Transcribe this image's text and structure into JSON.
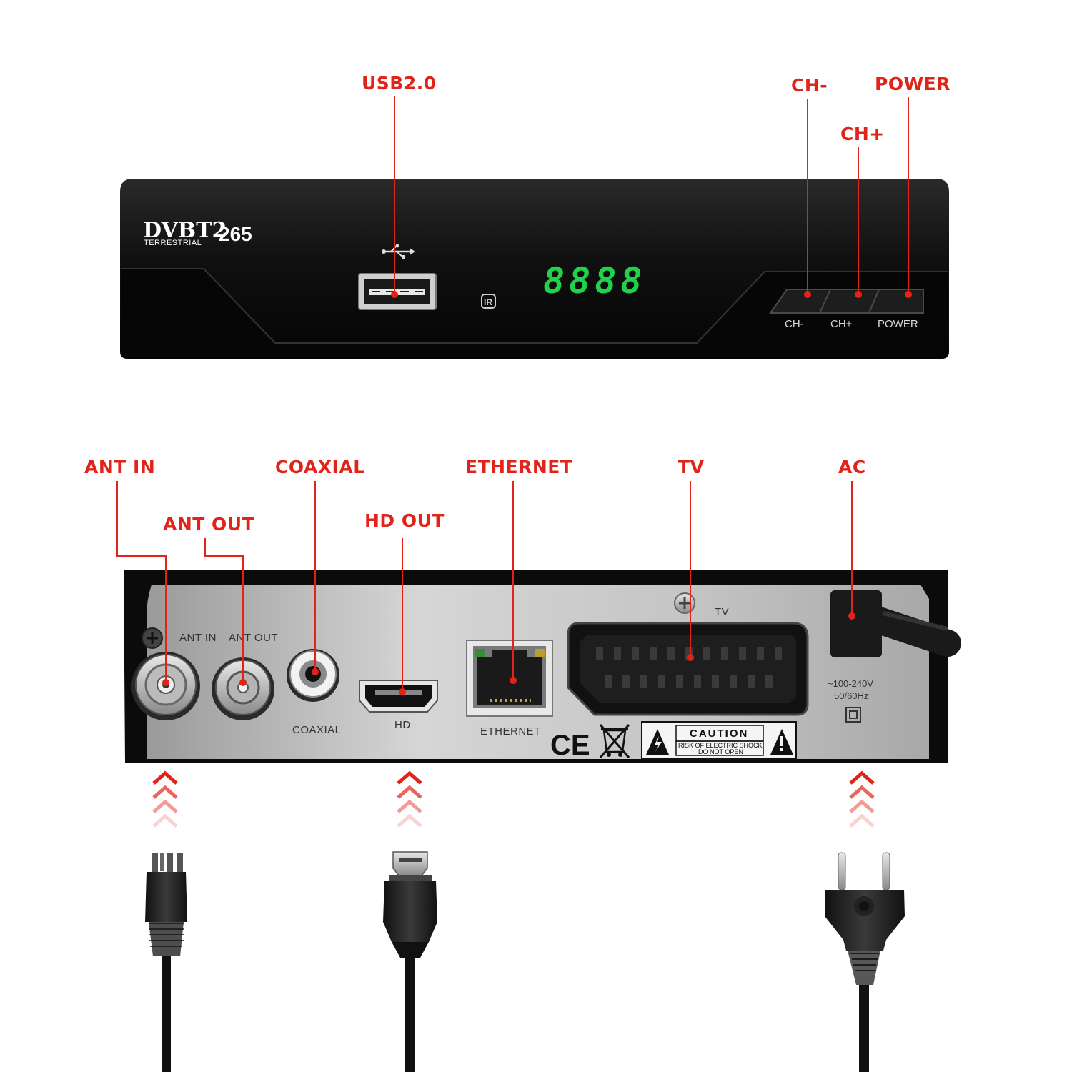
{
  "front": {
    "logo": "DVBT2",
    "logo_sub": "TERRESTRIAL",
    "model": "265",
    "display": "8888",
    "ir_mark": "IR",
    "buttons": [
      "CH-",
      "CH+",
      "POWER"
    ]
  },
  "callouts_front": {
    "usb": "USB2.0",
    "ch_minus": "CH-",
    "ch_plus": "CH+",
    "power": "POWER"
  },
  "rear": {
    "ant_in": "ANT IN",
    "ant_out": "ANT OUT",
    "coaxial": "COAXIAL",
    "hd": "HD",
    "ethernet": "ETHERNET",
    "tv": "TV",
    "voltage": "~100-240V",
    "frequency": "50/60Hz",
    "ce": "CE",
    "caution_title": "CAUTION",
    "caution_line1": "RISK OF ELECTRIC SHOCK",
    "caution_line2": "DO NOT OPEN"
  },
  "callouts_rear": {
    "ant_in": "ANT IN",
    "ant_out": "ANT OUT",
    "coaxial": "COAXIAL",
    "hd_out": "HD OUT",
    "ethernet": "ETHERNET",
    "tv": "TV",
    "ac": "AC"
  },
  "colors": {
    "callout": "#e2231a",
    "body": "#111111",
    "led": "#1fd247",
    "panel": "#c9c9c9"
  },
  "icons": [
    "usb-icon",
    "ir-icon",
    "ce-mark-icon",
    "weee-bin-icon",
    "warning-icon",
    "double-insulation-icon",
    "up-arrows-icon",
    "rf-plug-icon",
    "hdmi-plug-icon",
    "eu-plug-icon"
  ]
}
